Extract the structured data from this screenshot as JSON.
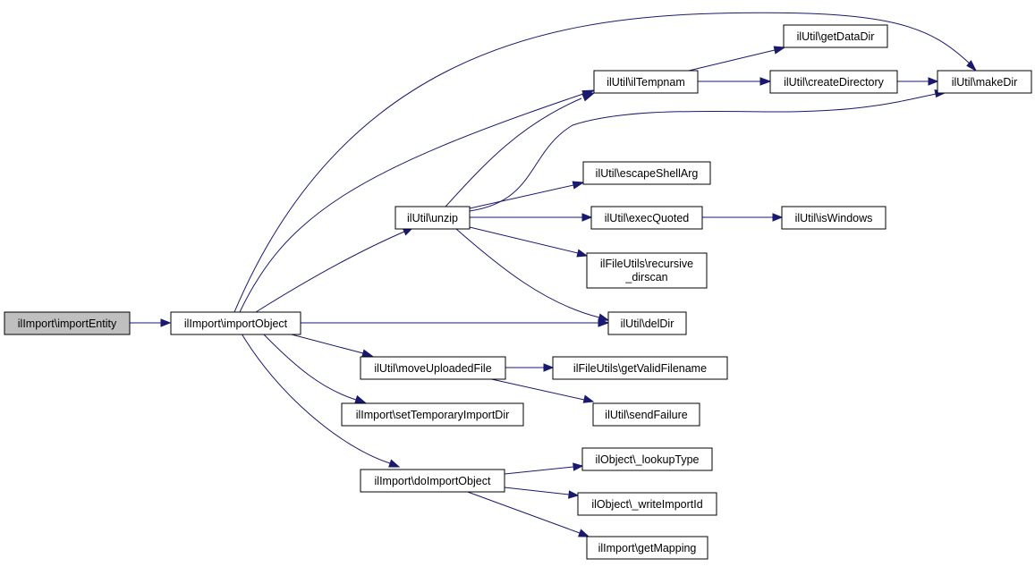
{
  "graph": {
    "edge_color": "#191970",
    "root_fill": "#bfbfbf",
    "nodes": [
      {
        "id": "importEntity",
        "label": "ilImport\\importEntity"
      },
      {
        "id": "importObject",
        "label": "ilImport\\importObject"
      },
      {
        "id": "unzip",
        "label": "ilUtil\\unzip"
      },
      {
        "id": "moveUploadedFile",
        "label": "ilUtil\\moveUploadedFile"
      },
      {
        "id": "setTemporaryImportDir",
        "label": "ilImport\\setTemporaryImportDir"
      },
      {
        "id": "doImportObject",
        "label": "ilImport\\doImportObject"
      },
      {
        "id": "ilTempnam",
        "label": "ilUtil\\ilTempnam"
      },
      {
        "id": "getDataDir",
        "label": "ilUtil\\getDataDir"
      },
      {
        "id": "createDirectory",
        "label": "ilUtil\\createDirectory"
      },
      {
        "id": "makeDir",
        "label": "ilUtil\\makeDir"
      },
      {
        "id": "escapeShellArg",
        "label": "ilUtil\\escapeShellArg"
      },
      {
        "id": "execQuoted",
        "label": "ilUtil\\execQuoted"
      },
      {
        "id": "isWindows",
        "label": "ilUtil\\isWindows"
      },
      {
        "id": "recursive_dirscan",
        "label_lines": [
          "ilFileUtils\\recursive",
          "_dirscan"
        ]
      },
      {
        "id": "delDir",
        "label": "ilUtil\\delDir"
      },
      {
        "id": "getValidFilename",
        "label": "ilFileUtils\\getValidFilename"
      },
      {
        "id": "sendFailure",
        "label": "ilUtil\\sendFailure"
      },
      {
        "id": "lookupType",
        "label": "ilObject\\_lookupType"
      },
      {
        "id": "writeImportId",
        "label": "ilObject\\_writeImportId"
      },
      {
        "id": "getMapping",
        "label": "ilImport\\getMapping"
      }
    ],
    "edges": [
      {
        "from": "importEntity",
        "to": "importObject"
      },
      {
        "from": "importObject",
        "to": "unzip"
      },
      {
        "from": "importObject",
        "to": "ilTempnam"
      },
      {
        "from": "importObject",
        "to": "makeDir"
      },
      {
        "from": "importObject",
        "to": "delDir"
      },
      {
        "from": "importObject",
        "to": "moveUploadedFile"
      },
      {
        "from": "importObject",
        "to": "setTemporaryImportDir"
      },
      {
        "from": "importObject",
        "to": "doImportObject"
      },
      {
        "from": "unzip",
        "to": "ilTempnam"
      },
      {
        "from": "unzip",
        "to": "makeDir"
      },
      {
        "from": "unzip",
        "to": "escapeShellArg"
      },
      {
        "from": "unzip",
        "to": "execQuoted"
      },
      {
        "from": "unzip",
        "to": "recursive_dirscan"
      },
      {
        "from": "unzip",
        "to": "delDir"
      },
      {
        "from": "ilTempnam",
        "to": "getDataDir"
      },
      {
        "from": "ilTempnam",
        "to": "createDirectory"
      },
      {
        "from": "createDirectory",
        "to": "makeDir"
      },
      {
        "from": "execQuoted",
        "to": "isWindows"
      },
      {
        "from": "moveUploadedFile",
        "to": "getValidFilename"
      },
      {
        "from": "moveUploadedFile",
        "to": "sendFailure"
      },
      {
        "from": "doImportObject",
        "to": "lookupType"
      },
      {
        "from": "doImportObject",
        "to": "writeImportId"
      },
      {
        "from": "doImportObject",
        "to": "getMapping"
      }
    ]
  }
}
